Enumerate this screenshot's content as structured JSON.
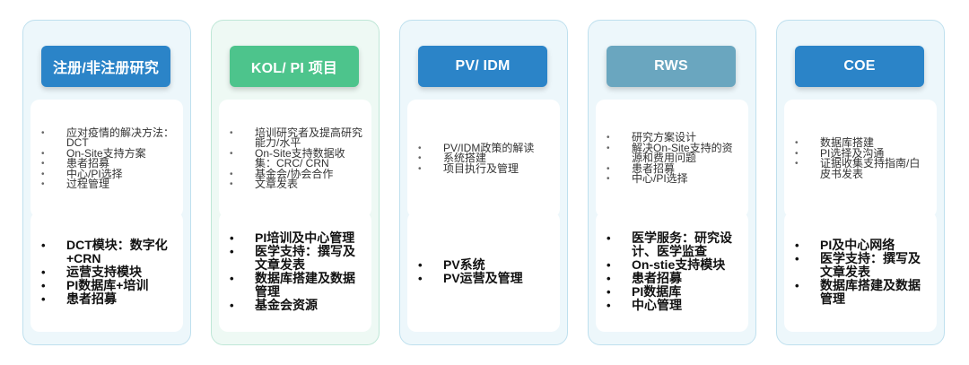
{
  "colors": {
    "blue_header": "#2b84c8",
    "green_header": "#4dc48c",
    "teal_header": "#6aa6bf",
    "panel_blue": "#edf7fb",
    "panel_green": "#eef9f4"
  },
  "columns": [
    {
      "title": "注册/非注册研究",
      "top_items": [
        "应对疫情的解决方法：DCT",
        "On-Site支持方案",
        "患者招募",
        "中心/PI选择",
        "过程管理"
      ],
      "bottom_items": [
        "DCT模块：数字化+CRN",
        "运营支持模块",
        "PI数据库+培训",
        "患者招募"
      ]
    },
    {
      "title": "KOL/ PI 项目",
      "top_items": [
        "培训研究者及提高研究能力/水平",
        "On-Site支持数据收集：CRC/ CRN",
        "基金会/协会合作",
        "文章发表"
      ],
      "bottom_items": [
        "PI培训及中心管理",
        "医学支持：撰写及文章发表",
        "数据库搭建及数据管理",
        "基金会资源"
      ]
    },
    {
      "title": "PV/ IDM",
      "top_items": [
        "PV/IDM政策的解读",
        "系统搭建",
        "项目执行及管理"
      ],
      "bottom_items": [
        "PV系统",
        "PV运营及管理"
      ]
    },
    {
      "title": "RWS",
      "top_items": [
        "研究方案设计",
        "解决On-Site支持的资源和费用问题",
        "患者招募",
        "中心/PI选择"
      ],
      "bottom_items": [
        "医学服务：研究设计、医学监查",
        "On-stie支持模块",
        "患者招募",
        "PI数据库",
        "中心管理"
      ]
    },
    {
      "title": "COE",
      "top_items": [
        "数据库搭建",
        "PI选择及沟通",
        "证据收集支持指南/白皮书发表"
      ],
      "bottom_items": [
        "PI及中心网络",
        "医学支持：撰写及文章发表",
        "数据库搭建及数据管理"
      ]
    }
  ]
}
